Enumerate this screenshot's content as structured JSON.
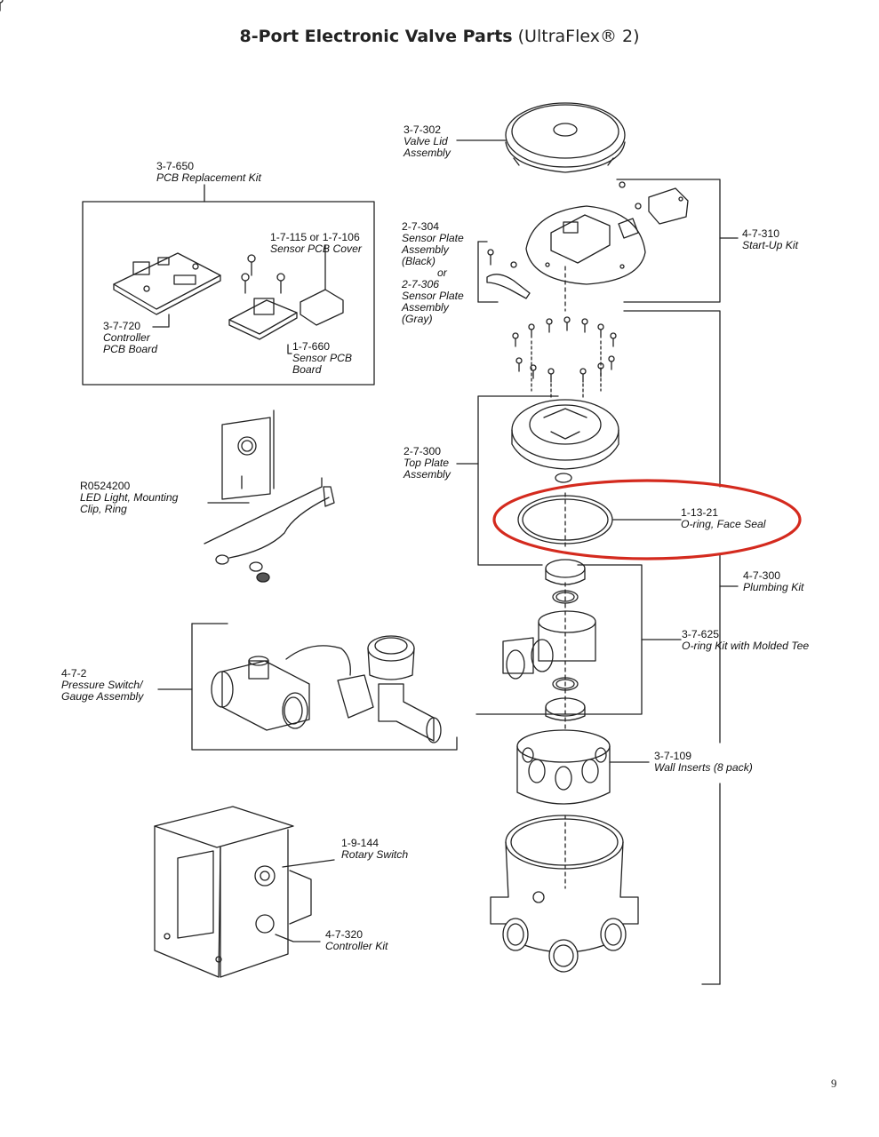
{
  "title": {
    "main": "8-Port Electronic Valve Parts",
    "sub": "(UltraFlex® 2)"
  },
  "parts": [
    {
      "id": "valve-lid",
      "number": "3-7-302",
      "name": "Valve Lid Assembly",
      "lines": [
        "Valve Lid",
        "Assembly"
      ]
    },
    {
      "id": "pcb-replacement",
      "number": "3-7-650",
      "name": "PCB Replacement Kit",
      "lines": [
        "PCB Replacement Kit"
      ]
    },
    {
      "id": "sensor-plate",
      "number": "2-7-304",
      "name": "Sensor Plate Assembly (Black) or 2-7-306 Sensor Plate Assembly (Gray)",
      "lines": [
        "Sensor Plate",
        "Assembly",
        "(Black)",
        "or",
        "2-7-306",
        "Sensor Plate",
        "Assembly",
        "(Gray)"
      ]
    },
    {
      "id": "sensor-pcb-cover",
      "number": "1-7-115 or 1-7-106",
      "name": "Sensor PCB Cover",
      "lines": [
        "Sensor PCB Cover"
      ]
    },
    {
      "id": "start-up-kit",
      "number": "4-7-310",
      "name": "Start-Up Kit",
      "lines": [
        "Start-Up Kit"
      ]
    },
    {
      "id": "controller-pcb",
      "number": "3-7-720",
      "name": "Controller PCB Board",
      "lines": [
        "Controller",
        "PCB Board"
      ]
    },
    {
      "id": "sensor-pcb-board",
      "number": "1-7-660",
      "name": "Sensor PCB Board",
      "lines": [
        "Sensor PCB",
        "Board"
      ]
    },
    {
      "id": "top-plate",
      "number": "2-7-300",
      "name": "Top Plate Assembly",
      "lines": [
        "Top Plate",
        "Assembly"
      ]
    },
    {
      "id": "led-light",
      "number": "R0524200",
      "name": "LED Light, Mounting Clip, Ring",
      "lines": [
        "LED Light, Mounting",
        "Clip, Ring"
      ]
    },
    {
      "id": "face-seal",
      "number": "1-13-21",
      "name": "O-ring, Face Seal",
      "lines": [
        "O-ring, Face Seal"
      ]
    },
    {
      "id": "plumbing-kit",
      "number": "4-7-300",
      "name": "Plumbing Kit",
      "lines": [
        "Plumbing Kit"
      ]
    },
    {
      "id": "oring-kit",
      "number": "3-7-625",
      "name": "O-ring Kit with Molded Tee",
      "lines": [
        "O-ring Kit with Molded Tee"
      ]
    },
    {
      "id": "pressure-switch",
      "number": "4-7-2",
      "name": "Pressure Switch/ Gauge Assembly",
      "lines": [
        "Pressure Switch/",
        "Gauge Assembly"
      ]
    },
    {
      "id": "wall-inserts",
      "number": "3-7-109",
      "name": "Wall Inserts (8 pack)",
      "lines": [
        "Wall Inserts (8 pack)"
      ]
    },
    {
      "id": "rotary-switch",
      "number": "1-9-144",
      "name": "Rotary Switch",
      "lines": [
        "Rotary Switch"
      ]
    },
    {
      "id": "controller-kit",
      "number": "4-7-320",
      "name": "Controller Kit",
      "lines": [
        "Controller Kit"
      ]
    }
  ],
  "highlight_color": "#d42a1e",
  "line_color": "#222222",
  "page_number": "9"
}
